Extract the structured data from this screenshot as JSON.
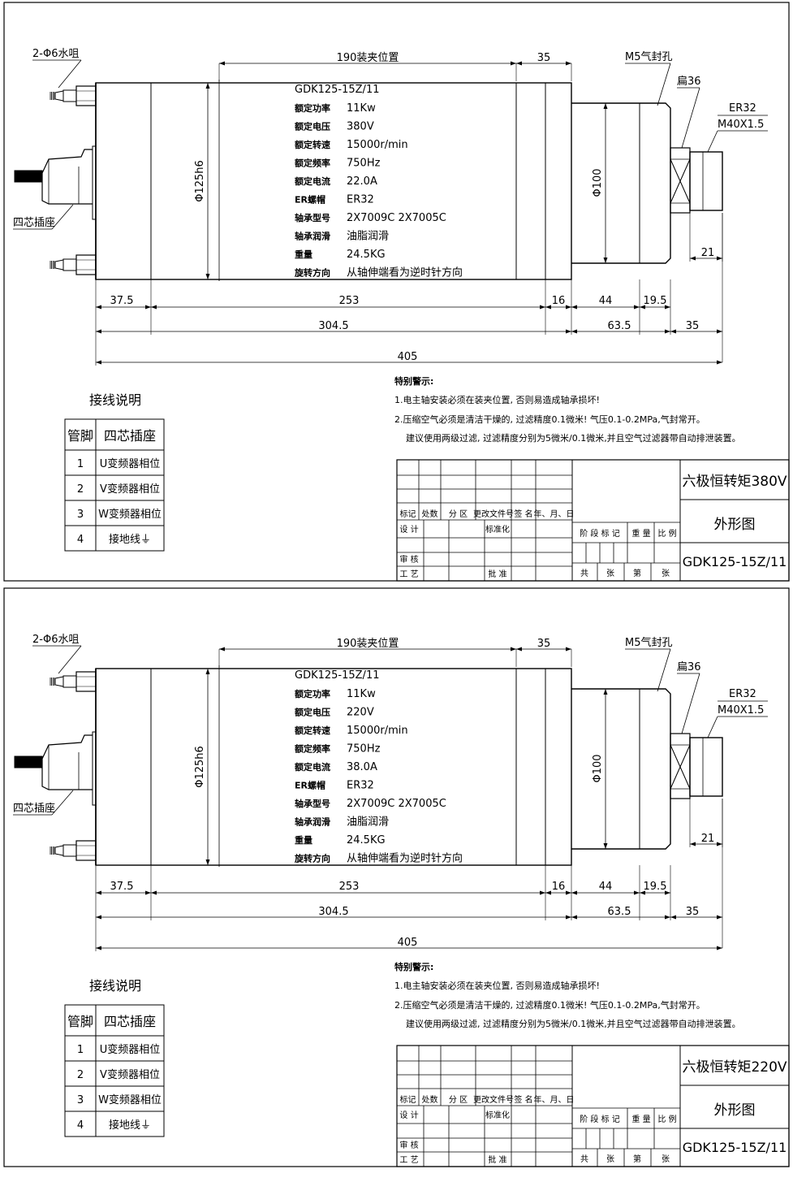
{
  "sheets": [
    {
      "model": "GDK125-15Z/11",
      "specs": [
        {
          "label": "额定功率",
          "value": "11Kw"
        },
        {
          "label": "额定电压",
          "value": "380V"
        },
        {
          "label": "额定转速",
          "value": "15000r/min"
        },
        {
          "label": "额定频率",
          "value": "750Hz"
        },
        {
          "label": "额定电流",
          "value": "22.0A"
        },
        {
          "label": "ER螺帽",
          "value": "ER32"
        },
        {
          "label": "轴承型号",
          "value": "2X7009C   2X7005C"
        },
        {
          "label": "轴承润滑",
          "value": "油脂润滑"
        },
        {
          "label": "重量",
          "value": "24.5KG"
        },
        {
          "label": "旋转方向",
          "value": "从轴伸端看为逆时针方向"
        }
      ],
      "title_main": "六极恒转矩380V",
      "title_sub": "外形图",
      "drawing_no": "GDK125-15Z/11"
    },
    {
      "model": "GDK125-15Z/11",
      "specs": [
        {
          "label": "额定功率",
          "value": "11Kw"
        },
        {
          "label": "额定电压",
          "value": "220V"
        },
        {
          "label": "额定转速",
          "value": "15000r/min"
        },
        {
          "label": "额定频率",
          "value": "750Hz"
        },
        {
          "label": "额定电流",
          "value": "38.0A"
        },
        {
          "label": "ER螺帽",
          "value": "ER32"
        },
        {
          "label": "轴承型号",
          "value": "2X7009C   2X7005C"
        },
        {
          "label": "轴承润滑",
          "value": "油脂润滑"
        },
        {
          "label": "重量",
          "value": "24.5KG"
        },
        {
          "label": "旋转方向",
          "value": "从轴伸端看为逆时针方向"
        }
      ],
      "title_main": "六极恒转矩220V",
      "title_sub": "外形图",
      "drawing_no": "GDK125-15Z/11"
    }
  ],
  "callouts": {
    "water_nozzle": "2-Φ6水咀",
    "socket": "四芯插座",
    "seal_hole": "M5气封孔",
    "flat": "扁36",
    "collet": "ER32",
    "thread": "M40X1.5"
  },
  "dimensions": {
    "clamp": "190装夹位置",
    "d35_top": "35",
    "dia_body": "Φ125h6",
    "dia_nose": "Φ100",
    "d21": "21",
    "d37_5": "37.5",
    "d253": "253",
    "d16": "16",
    "d44": "44",
    "d19_5": "19.5",
    "d304_5": "304.5",
    "d63_5": "63.5",
    "d35_bottom": "35",
    "d405": "405"
  },
  "wiring": {
    "title": "接线说明",
    "headers": [
      "管脚",
      "四芯插座"
    ],
    "rows": [
      [
        "1",
        "U变频器相位"
      ],
      [
        "2",
        "V变频器相位"
      ],
      [
        "3",
        "W变频器相位"
      ],
      [
        "4",
        "接地线⏚"
      ]
    ]
  },
  "notes": {
    "title": "特别警示:",
    "lines": [
      "1.电主轴安装必须在装夹位置, 否则易造成轴承损坏!",
      "2.压缩空气必须是清洁干燥的, 过滤精度0.1微米! 气压0.1-0.2MPa,气封常开。",
      "建议使用两级过滤, 过滤精度分别为5微米/0.1微米,并且空气过滤器带自动排泄装置。"
    ]
  },
  "title_block": {
    "row_labels": [
      "标记",
      "处数",
      "分 区",
      "更改文件号",
      "签 名",
      "年、月、日"
    ],
    "design": "设 计",
    "standard": "标准化",
    "check": "审 核",
    "process": "工 艺",
    "approve": "批 准",
    "stage": "阶 段 标 记",
    "weight": "重 量",
    "scale": "比 例",
    "total": "共",
    "sheet": "张",
    "no": "第",
    "sheet2": "张"
  }
}
